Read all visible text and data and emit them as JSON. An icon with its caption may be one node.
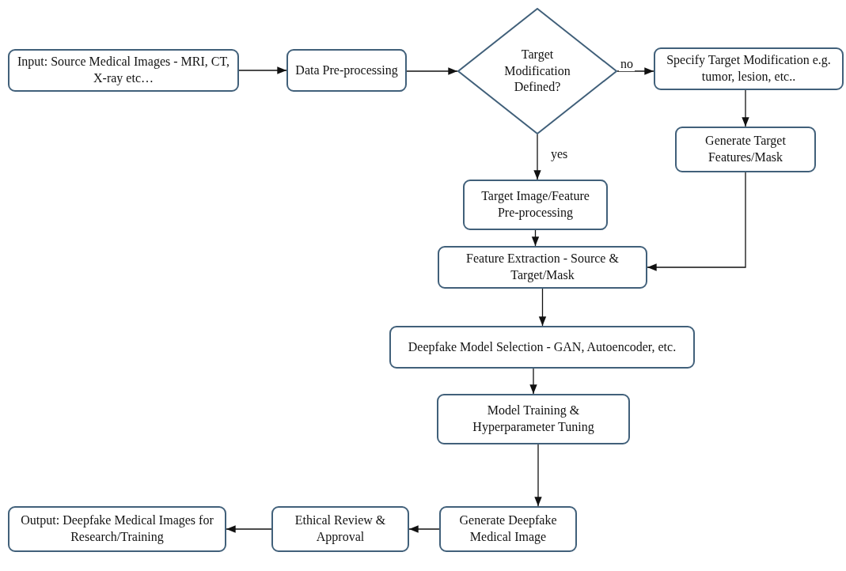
{
  "diagram": {
    "nodes": [
      {
        "text": [
          "Input: Source Medical Images - MRI, CT, X-ray etc…"
        ]
      },
      {
        "text": [
          "Data Pre-processing"
        ]
      },
      {
        "text": [
          "Target Modification Defined?"
        ]
      },
      {
        "text": [
          "Specify Target Modification e.g. tumor, lesion, etc.."
        ]
      },
      {
        "text": [
          "Generate Target Features/Mask"
        ]
      },
      {
        "text": [
          "Target Image/Feature Pre-processing"
        ]
      },
      {
        "text": [
          "Feature Extraction - Source & Target/Mask"
        ]
      },
      {
        "text": [
          "Deepfake Model Selection - GAN, Autoencoder, etc."
        ]
      },
      {
        "text": [
          "Model Training & Hyperparameter Tuning"
        ]
      },
      {
        "text": [
          "Generate Deepfake Medical Image"
        ]
      },
      {
        "text": [
          "Ethical Review & Approval"
        ]
      },
      {
        "text": [
          "Output: Deepfake Medical Images for Research/Training"
        ]
      }
    ],
    "edges": [
      {
        "from": 0,
        "to": 1,
        "arrow": "to"
      },
      {
        "from": 1,
        "to": 2,
        "arrow": "to"
      },
      {
        "from": 2,
        "to": 3,
        "arrow": "to",
        "label": "no"
      },
      {
        "from": 3,
        "to": 4,
        "arrow": "to"
      },
      {
        "from": 2,
        "to": 5,
        "arrow": "to",
        "label": "yes"
      },
      {
        "from": 5,
        "to": 6,
        "arrow": "to"
      },
      {
        "from": 4,
        "to": 6,
        "arrow": "to"
      },
      {
        "from": 6,
        "to": 7,
        "arrow": "to"
      },
      {
        "from": 7,
        "to": 8,
        "arrow": "to"
      },
      {
        "from": 8,
        "to": 9,
        "arrow": "to"
      },
      {
        "from": 9,
        "to": 10,
        "arrow": "to"
      },
      {
        "from": 10,
        "to": 11,
        "arrow": "to"
      }
    ]
  }
}
